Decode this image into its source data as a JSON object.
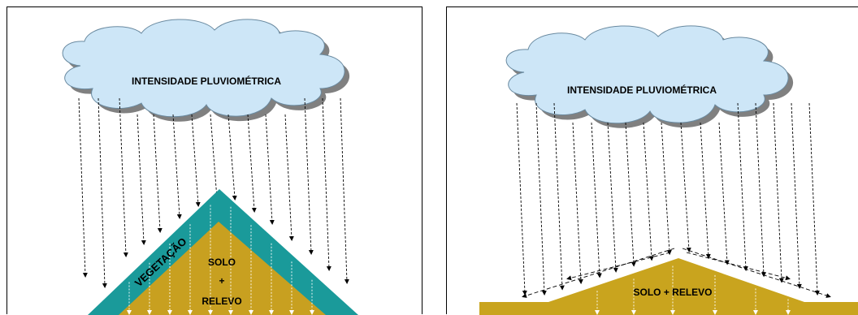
{
  "left": {
    "cloud_label": "INTENSIDADE PLUVIOMÉTRICA",
    "vegetation_label": "VEGETAÇÃO",
    "soil_label": "SOLO",
    "plus_label": "+",
    "relief_label": "RELEVO"
  },
  "right": {
    "cloud_label": "INTENSIDADE PLUVIOMÉTRICA",
    "soil_relief_label": "SOLO + RELEVO"
  },
  "colors": {
    "cloud_fill": "#cde6f7",
    "cloud_shadow": "#808080",
    "vegetation": "#1a9a9a",
    "soil": "#c8a020",
    "soil_flat": "#c9a41e"
  }
}
